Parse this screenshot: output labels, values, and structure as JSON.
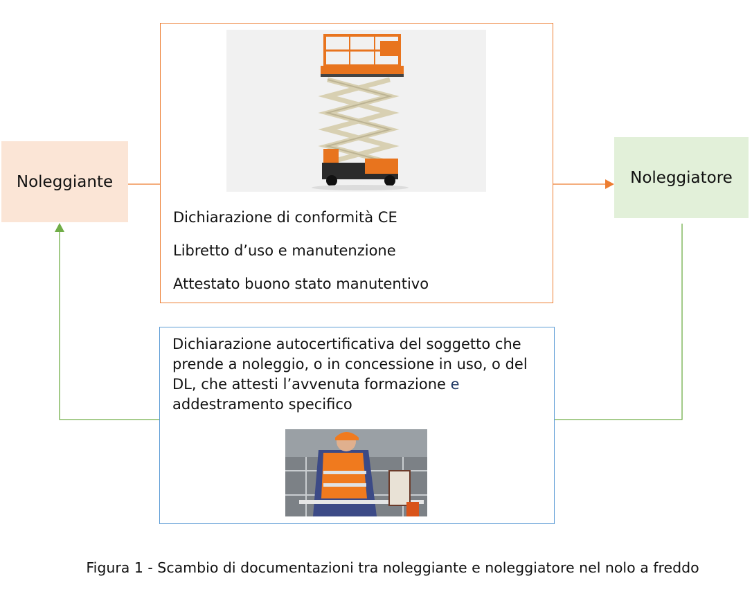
{
  "nodes": {
    "left": "Noleggiante",
    "right": "Noleggiatore"
  },
  "documents_box": {
    "items": [
      "Dichiarazione di conformità CE",
      "Libretto d’uso e manutenzione",
      "Attestato buono stato manutentivo"
    ]
  },
  "declaration_box": {
    "text_main": "Dichiarazione autocertificativa del soggetto che prende a noleggio, o in concessione in uso, o del DL, che attesti l’avvenuta formazione ",
    "text_highlight": "e",
    "text_end": " addestramento specifico"
  },
  "caption": "Figura 1 - Scambio di documentazioni tra noleggiante e noleggiatore nel nolo a freddo",
  "colors": {
    "orange": "#ED7D31",
    "blue": "#5B9BD5",
    "green": "#70AD47",
    "left_fill": "#FBE5D6",
    "right_fill": "#E2F0D9"
  }
}
